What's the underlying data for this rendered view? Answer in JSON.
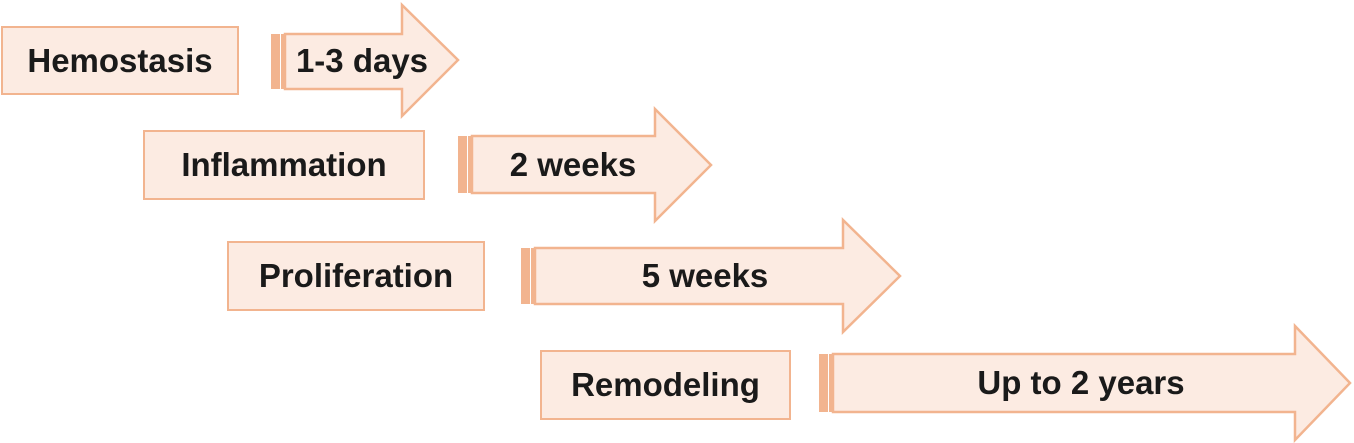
{
  "colors": {
    "fill": "#fcebe2",
    "stroke": "#f2b48f",
    "text": "#1a1a1a"
  },
  "phases": [
    {
      "name": "Hemostasis",
      "duration": "1-3 days"
    },
    {
      "name": "Inflammation",
      "duration": "2 weeks"
    },
    {
      "name": "Proliferation",
      "duration": "5 weeks"
    },
    {
      "name": "Remodeling",
      "duration": "Up to 2 years"
    }
  ]
}
